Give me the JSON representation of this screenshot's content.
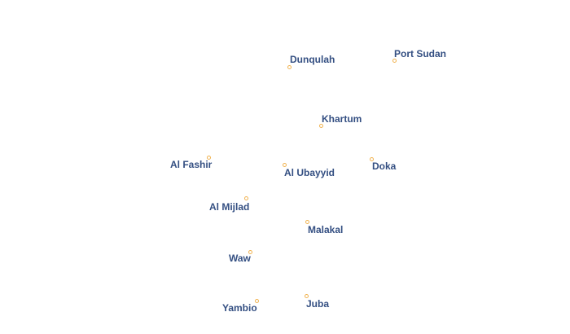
{
  "map": {
    "background": "#ffffff",
    "colors": {
      "label_text": "#344f82",
      "label_halo": "#ffffff",
      "city_marker": "#f0b24f"
    },
    "cities": [
      {
        "id": "dunqulah",
        "name": "Dunqulah",
        "marker": "city-dot-icon"
      },
      {
        "id": "port-sudan",
        "name": "Port Sudan",
        "marker": "city-dot-icon"
      },
      {
        "id": "khartum",
        "name": "Khartum",
        "marker": "city-dot-icon"
      },
      {
        "id": "al-fashir",
        "name": "Al Fashir",
        "marker": "city-dot-icon"
      },
      {
        "id": "al-ubayyid",
        "name": "Al Ubayyid",
        "marker": "city-dot-icon"
      },
      {
        "id": "doka",
        "name": "Doka",
        "marker": "city-dot-icon"
      },
      {
        "id": "al-mijlad",
        "name": "Al Mijlad",
        "marker": "city-dot-icon"
      },
      {
        "id": "malakal",
        "name": "Malakal",
        "marker": "city-dot-icon"
      },
      {
        "id": "waw",
        "name": "Waw",
        "marker": "city-dot-icon"
      },
      {
        "id": "yambio",
        "name": "Yambio",
        "marker": "city-dot-icon"
      },
      {
        "id": "juba",
        "name": "Juba",
        "marker": "city-dot-icon"
      }
    ]
  }
}
